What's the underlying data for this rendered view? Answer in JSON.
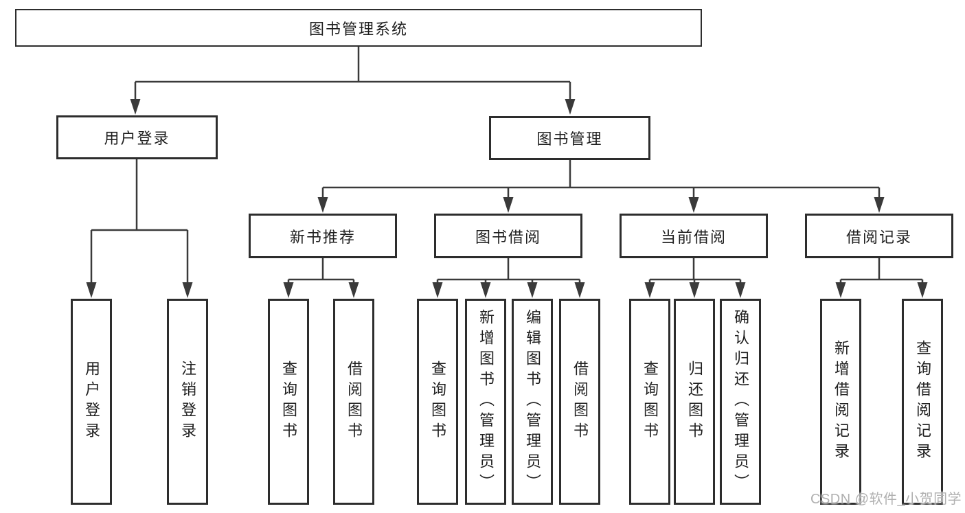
{
  "diagram": {
    "root": {
      "label": "图书管理系统"
    },
    "children": [
      {
        "label": "用户登录",
        "children": [
          {
            "label": "用户登录"
          },
          {
            "label": "注销登录"
          }
        ]
      },
      {
        "label": "图书管理",
        "children": [
          {
            "label": "新书推荐",
            "children": [
              {
                "label": "查询图书"
              },
              {
                "label": "借阅图书"
              }
            ]
          },
          {
            "label": "图书借阅",
            "children": [
              {
                "label": "查询图书"
              },
              {
                "label": "新增图书（管理员）"
              },
              {
                "label": "编辑图书（管理员）"
              },
              {
                "label": "借阅图书"
              }
            ]
          },
          {
            "label": "当前借阅",
            "children": [
              {
                "label": "查询图书"
              },
              {
                "label": "归还图书"
              },
              {
                "label": "确认归还（管理员）"
              }
            ]
          },
          {
            "label": "借阅记录",
            "children": [
              {
                "label": "新增借阅记录"
              },
              {
                "label": "查询借阅记录"
              }
            ]
          }
        ]
      }
    ]
  },
  "watermark": {
    "text": "CSDN @软件_小贺同学"
  },
  "colors": {
    "line": "#3a3a3a",
    "border": "#2d2d2d",
    "text": "#1f1f1f",
    "watermark": "#b0b0b0",
    "background": "#ffffff"
  }
}
